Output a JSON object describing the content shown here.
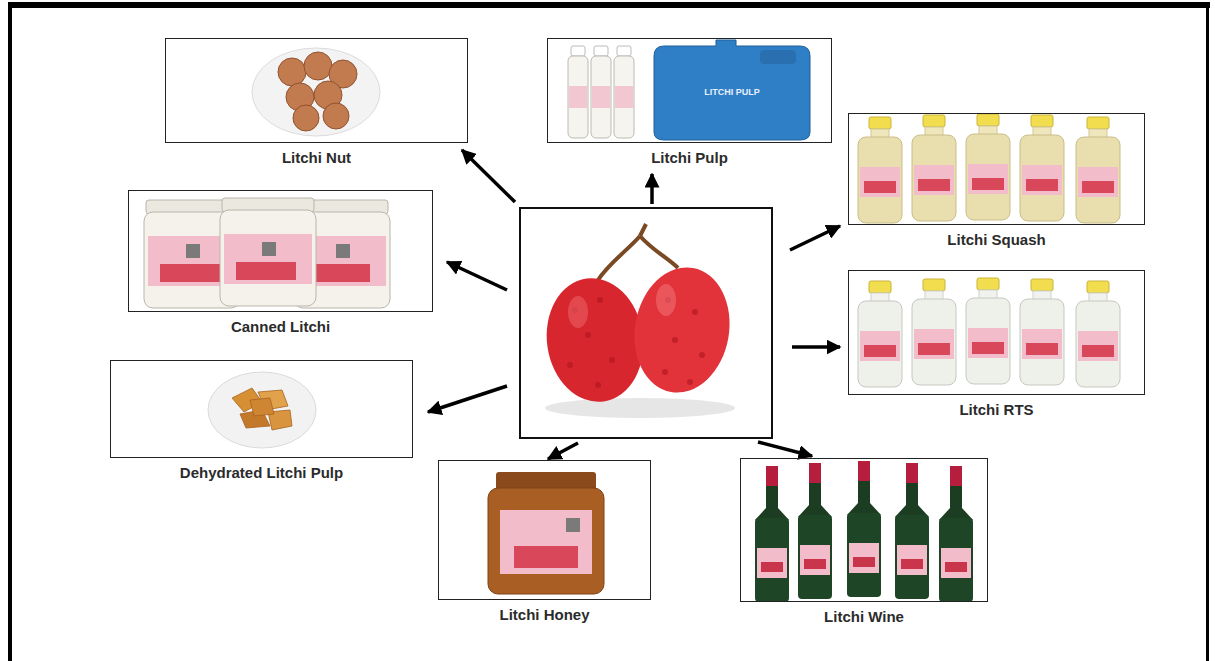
{
  "diagram": {
    "nodes": [
      {
        "text": [
          "Litchi Nut"
        ]
      },
      {
        "text": [
          "Litchi Pulp"
        ]
      },
      {
        "text": [
          "Litchi Squash"
        ]
      },
      {
        "text": [
          "Canned Litchi"
        ]
      },
      {
        "text": [
          "Litchi RTS"
        ]
      },
      {
        "text": [
          "Dehydrated Litchi Pulp"
        ]
      },
      {
        "text": [
          "Litchi Honey"
        ]
      },
      {
        "text": [
          "Litchi  Wine"
        ]
      }
    ],
    "labels": [
      "LITCHI PULP"
    ]
  }
}
